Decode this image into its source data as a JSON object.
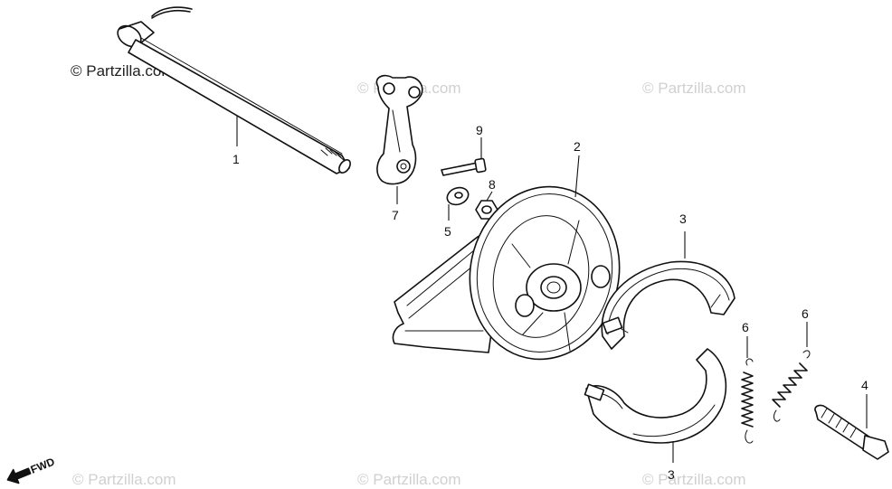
{
  "watermarks": {
    "top_left": "© Partzilla.com",
    "faint": "© Partzilla.com"
  },
  "fwd_label": "FWD",
  "callouts": {
    "axle": "1",
    "brake_panel": "2",
    "shoe_upper": "3",
    "shoe_lower": "3",
    "cam": "4",
    "washer": "5",
    "spring_left": "6",
    "spring_right": "6",
    "arm": "7",
    "nut": "8",
    "bolt": "9"
  }
}
